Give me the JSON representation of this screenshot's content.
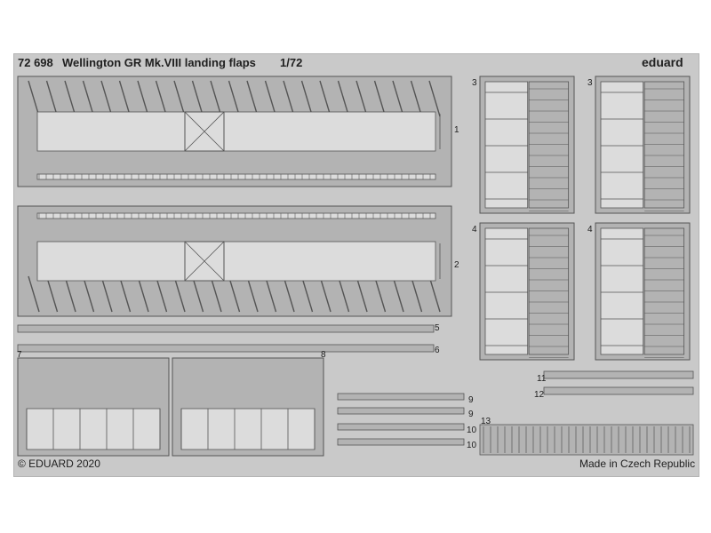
{
  "sheet": {
    "product_number": "72 698",
    "title": "Wellington GR Mk.VIII  landing flaps",
    "scale": "1/72",
    "brand": "eduard",
    "copyright": "© EDUARD 2020",
    "origin": "Made in Czech Republic"
  },
  "part_numbers": {
    "p1": "1",
    "p2": "2",
    "p3a": "3",
    "p3b": "3",
    "p4a": "4",
    "p4b": "4",
    "p5": "5",
    "p6": "6",
    "p7": "7",
    "p8": "8",
    "p9a": "9",
    "p9b": "9",
    "p10a": "10",
    "p10b": "10",
    "p11": "11",
    "p12": "12",
    "p13": "13"
  },
  "colors": {
    "sheet": "#c9c9c9",
    "part_fill": "#b3b3b3",
    "part_light": "#dcdcdc",
    "line": "#555555"
  }
}
